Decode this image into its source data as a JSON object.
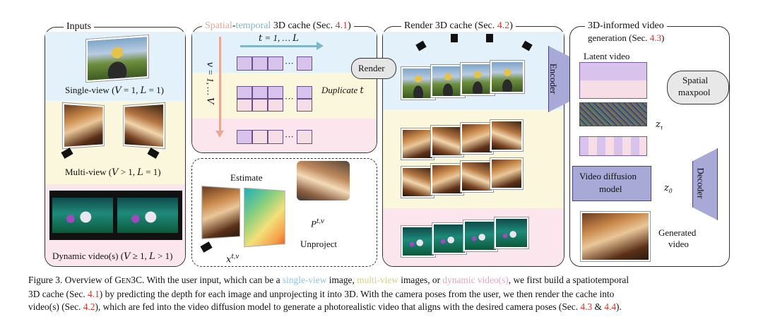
{
  "figure": {
    "panels": {
      "inputs": {
        "title": "Inputs",
        "single_view": "Single-view (𝑉 = 1, 𝐿 = 1)",
        "multi_view": "Multi-view (𝑉 > 1, 𝐿 = 1)",
        "dynamic": "Dynamic video(s) (𝑉 ≥ 1, 𝐿 > 1)"
      },
      "cache": {
        "title_spatial": "Spatial",
        "title_dash": "-",
        "title_temporal": "temporal",
        "title_rest": " 3D cache (Sec. ",
        "title_ref": "4.1",
        "title_close": ")",
        "t_axis": "𝑡 = 1, … 𝐿",
        "v_axis": "𝑣 = 1, … 𝑉",
        "ellipsis": "···",
        "duplicate": "Duplicate 𝑡"
      },
      "estimate": {
        "estimate": "Estimate",
        "point": "P",
        "point_sup": "𝑡,𝑣",
        "unproject": "Unproject",
        "x": "𝑥",
        "x_sup": "𝑡,𝑣"
      },
      "render": {
        "title": "Render 3D cache (Sec. ",
        "ref": "4.2",
        "close": ")",
        "render_label": "Render",
        "encoder": "Encoder"
      },
      "generation": {
        "title_line1": "3D-informed video",
        "title_line2": "generation (Sec. ",
        "ref": "4.3",
        "close": ")",
        "latent": "Latent video",
        "spatial_l1": "Spatial",
        "spatial_l2": "maxpool",
        "z_tau": "𝑧",
        "z_tau_sub": "τ",
        "vdm_l1": "Video diffusion",
        "vdm_l2": "model",
        "z_0": "𝑧",
        "z_0_sub": "0",
        "decoder": "Decoder",
        "generated_l1": "Generated",
        "generated_l2": "video"
      }
    },
    "caption": {
      "line1_a": "Figure 3. Overview of G",
      "line1_sc": "EN",
      "line1_b": "3C. With the user input, which can be a ",
      "single": "single-view",
      "line1_c": " image, ",
      "multi": "multi-view",
      "line1_d": " images, or ",
      "dynamic": "dynamic video(s)",
      "line1_e": ", we first build a spatiotemporal",
      "line2_a": "3D cache (Sec. ",
      "ref41": "4.1",
      "line2_b": ") by predicting the depth for each image and unprojecting it into 3D. With the camera poses from the user, we then render the cache into",
      "line3_a": "video(s) (Sec. ",
      "ref42": "4.2",
      "line3_b": "), which are fed into the video diffusion model to generate a photorealistic video that aligns with the desired camera poses (Sec. ",
      "ref43": "4.3",
      "amp": " & ",
      "ref44": "4.4",
      "line3_c": ")."
    },
    "colors": {
      "blue_band": "#e3f1fb",
      "yellow_band": "#fbf7dc",
      "pink_band": "#fbe6ee",
      "cube_purple": "#d7c3ec",
      "cube_pink": "#f6dde6",
      "encoder": "#a8a9d6",
      "ref_red": "#d23a2a"
    }
  }
}
